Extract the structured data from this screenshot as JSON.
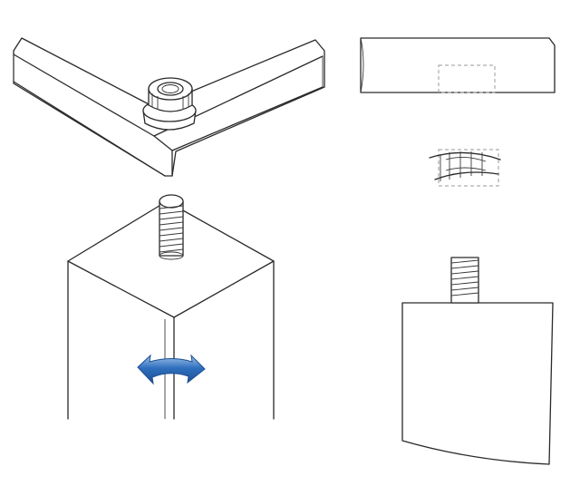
{
  "diagram": {
    "panels": [
      {
        "id": "left",
        "steps": [
          "frame-corner-with-threaded-insert",
          "leg-with-threaded-bolt",
          "rotate-leg-clockwise"
        ]
      },
      {
        "id": "right",
        "steps": [
          "frame-rail-section-with-hidden-insert",
          "threaded-insert-detail",
          "leg-with-threaded-bolt"
        ]
      }
    ],
    "colors": {
      "line": "#2a2a2a",
      "arrow_fill": "#2f6fbd",
      "arrow_highlight": "#9fc3ea",
      "dashed": "#9a9a9a"
    },
    "icons": [
      "rotation-arrow-icon",
      "threaded-insert-icon",
      "threaded-bolt-icon"
    ]
  }
}
